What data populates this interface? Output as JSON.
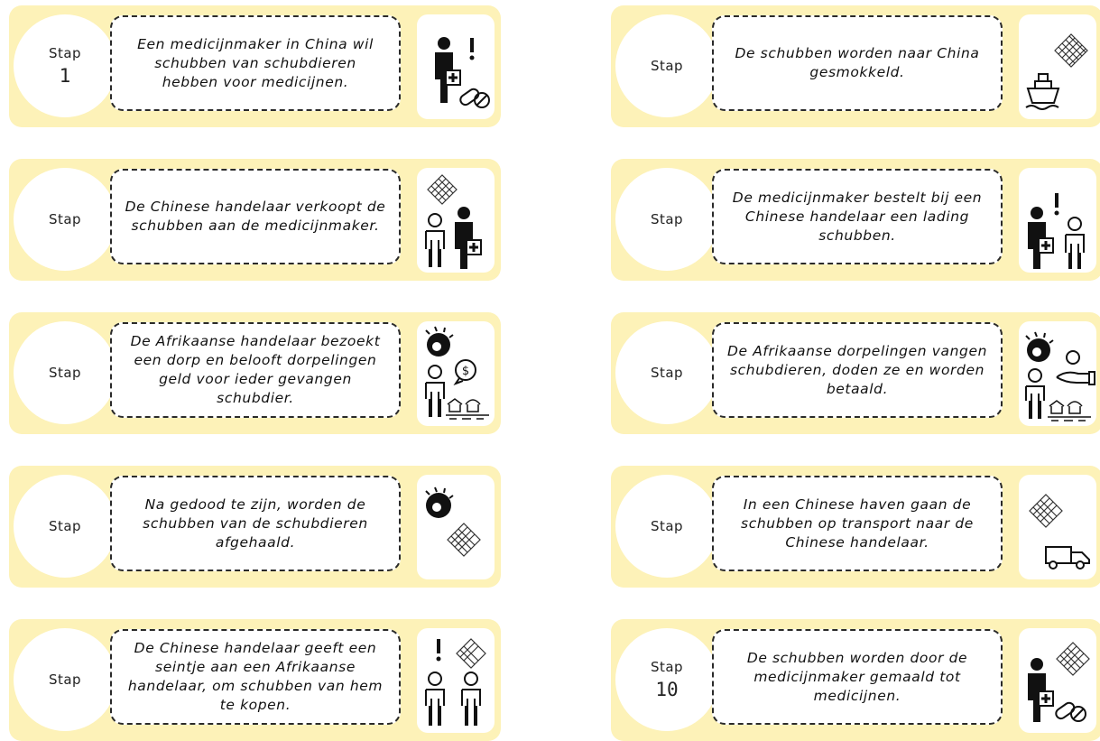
{
  "step_label": "Stap",
  "colors": {
    "card_background": "#fdf2b8",
    "text": "#111111",
    "border": "#2a2a2a"
  },
  "cards": [
    {
      "number": "1",
      "text": "Een medicijnmaker in China wil schubben van schubdieren hebben voor medicijnen.",
      "icons": [
        "medicine-maker-icon",
        "exclamation-icon",
        "pills-icon"
      ]
    },
    {
      "number": "",
      "text": "De schubben worden naar China gesmokkeld.",
      "icons": [
        "scales-icon",
        "ship-icon"
      ]
    },
    {
      "number": "",
      "text": "De Chinese handelaar verkoopt de schubben aan de medicijnmaker.",
      "icons": [
        "scales-icon",
        "trader-icon",
        "medicine-maker-icon"
      ]
    },
    {
      "number": "",
      "text": "De medicijnmaker bestelt bij een Chinese handelaar een lading schubben.",
      "icons": [
        "medicine-maker-icon",
        "exclamation-icon",
        "trader-icon"
      ]
    },
    {
      "number": "",
      "text": "De Afrikaanse handelaar bezoekt een dorp en belooft dorpelingen geld voor ieder gevangen schubdier.",
      "icons": [
        "pangolin-icon",
        "trader-icon",
        "money-speech-icon",
        "village-icon"
      ]
    },
    {
      "number": "",
      "text": "De Afrikaanse dorpelingen vangen schubdieren, doden ze en worden betaald.",
      "icons": [
        "pangolin-icon",
        "coin-hand-icon",
        "villager-icon",
        "village-icon"
      ]
    },
    {
      "number": "",
      "text": "Na gedood te zijn, worden de schubben van de schubdieren afgehaald.",
      "icons": [
        "pangolin-icon",
        "scales-icon"
      ]
    },
    {
      "number": "",
      "text": "In een Chinese haven gaan de schubben op transport naar de Chinese handelaar.",
      "icons": [
        "scales-icon",
        "truck-icon"
      ]
    },
    {
      "number": "",
      "text": "De Chinese handelaar geeft een seintje aan een Afrikaanse handelaar, om schubben van hem te kopen.",
      "icons": [
        "exclamation-icon",
        "scales-icon",
        "trader-icon",
        "trader-icon"
      ]
    },
    {
      "number": "10",
      "text": "De schubben worden door de medicijnmaker gemaald tot medicijnen.",
      "icons": [
        "medicine-maker-icon",
        "scales-icon",
        "pills-icon"
      ]
    }
  ]
}
